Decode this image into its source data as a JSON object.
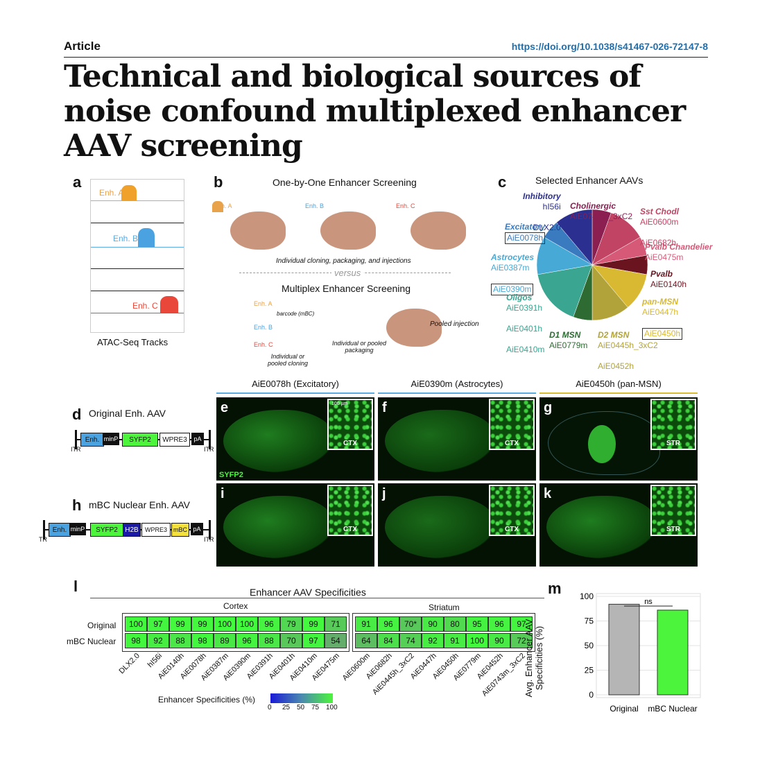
{
  "header": {
    "article": "Article",
    "doi": "https://doi.org/10.1038/s41467-026-72147-8"
  },
  "title": "Technical and biological sources of noise confound multiplexed enhancer AAV screening",
  "panel_a": {
    "letter": "a",
    "tracks": [
      "Enh. A",
      "Enh. B",
      "Enh. C"
    ],
    "caption": "ATAC-Seq Tracks"
  },
  "panel_b": {
    "letter": "b",
    "title1": "One-by-One Enhancer Screening",
    "enh": [
      "Enh. A",
      "Enh. B",
      "Enh. C"
    ],
    "note1": "Individual cloning, packaging, and injections",
    "versus": "versus",
    "title2": "Multiplex Enhancer Screening",
    "barcode": "barcode (mBC)",
    "cloning": "Individual or pooled cloning",
    "packaging": "Individual or pooled packaging",
    "pooled": "Pooled injection"
  },
  "panel_c": {
    "letter": "c",
    "title": "Selected Enhancer AAVs",
    "groups": [
      {
        "name": "Inhibitory",
        "items": [
          "hI56i",
          "DLX2.0"
        ],
        "color": "#2b2f8f"
      },
      {
        "name": "Excitatory",
        "items": [
          "AiE0078h"
        ],
        "color": "#3a7bbf"
      },
      {
        "name": "Astrocytes",
        "items": [
          "AiE0387m",
          "AiE0390m"
        ],
        "color": "#46a9d6"
      },
      {
        "name": "Oligos",
        "items": [
          "AiE0391h",
          "AiE0401h",
          "AiE0410m"
        ],
        "color": "#3aa590"
      },
      {
        "name": "D1 MSN",
        "items": [
          "AiE0779m"
        ],
        "color": "#2e6b33"
      },
      {
        "name": "D2 MSN",
        "items": [
          "AiE0445h_3xC2",
          "AiE0452h"
        ],
        "color": "#b1a33a"
      },
      {
        "name": "pan-MSN",
        "items": [
          "AiE0447h",
          "AiE0450h"
        ],
        "color": "#d9b931"
      },
      {
        "name": "Pvalb",
        "items": [
          "AiE0140h"
        ],
        "color": "#6a1420"
      },
      {
        "name": "Pvalb Chandelier",
        "items": [
          "AiE0475m"
        ],
        "color": "#d65a78"
      },
      {
        "name": "Sst Chodl",
        "items": [
          "AiE0600m",
          "AiE0682h"
        ],
        "color": "#c24464"
      },
      {
        "name": "Cholinergic",
        "items": [
          "AiE0743m_3xC2"
        ],
        "color": "#8b1f52"
      }
    ]
  },
  "columns": [
    "AiE0078h (Excitatory)",
    "AiE0390m (Astrocytes)",
    "AiE0450h (pan-MSN)"
  ],
  "panel_d": {
    "letter": "d",
    "title": "Original Enh. AAV",
    "parts": [
      "Enh.",
      "minP",
      "SYFP2",
      "WPRE3",
      "pA"
    ],
    "itr": "ITR"
  },
  "panel_h": {
    "letter": "h",
    "title": "mBC Nuclear Enh. AAV",
    "parts": [
      "Enh.",
      "minP",
      "SYFP2",
      "H2B",
      "WPRE3",
      "mBC",
      "pA"
    ],
    "itr": "ITR",
    "tr": "TR"
  },
  "images": [
    {
      "letter": "e",
      "region": "CTX",
      "scale": "100 µm",
      "label": "SYFP2"
    },
    {
      "letter": "f",
      "region": "CTX"
    },
    {
      "letter": "g",
      "region": "STR"
    },
    {
      "letter": "i",
      "region": "CTX"
    },
    {
      "letter": "j",
      "region": "CTX"
    },
    {
      "letter": "k",
      "region": "STR"
    }
  ],
  "panel_l": {
    "letter": "l",
    "title": "Enhancer AAV Specificities",
    "cortex": "Cortex",
    "striatum": "Striatum",
    "rows": [
      "Original",
      "mBC Nuclear"
    ],
    "legend_title": "Enhancer Specificities (%)",
    "legend_ticks": [
      "0",
      "25",
      "50",
      "75",
      "100"
    ],
    "cortex_cols": [
      "DLX2.0",
      "hI56i",
      "AiE0140h",
      "AiE0078h",
      "AiE0387m",
      "AiE0390m",
      "AiE0391h",
      "AiE0401h",
      "AiE0410m",
      "AiE0475m"
    ],
    "cortex_original": [
      100,
      97,
      99,
      99,
      100,
      100,
      96,
      79,
      99,
      71
    ],
    "cortex_mbc": [
      98,
      92,
      88,
      98,
      89,
      96,
      88,
      70,
      97,
      54
    ],
    "striatum_cols": [
      "AiE0600m",
      "AiE0682h",
      "AiE0445h_3xC2",
      "AiE0447h",
      "AiE0450h",
      "AiE0779m",
      "AiE0452h",
      "AiE0743m_3xC2"
    ],
    "striatum_original": [
      "91",
      "96",
      "70*",
      "90",
      "80",
      "95",
      "96",
      "97"
    ],
    "striatum_mbc": [
      64,
      84,
      74,
      92,
      91,
      100,
      90,
      72
    ]
  },
  "chart_data": {
    "type": "bar",
    "categories": [
      "Original",
      "mBC Nuclear"
    ],
    "values": [
      92,
      86
    ],
    "ylabel": "Avg. Enhancer AAV Specificities (%)",
    "ylim": [
      0,
      100
    ],
    "yticks": [
      "0",
      "25",
      "50",
      "75",
      "100"
    ],
    "annotation": "ns",
    "colors": [
      "#b5b5b5",
      "#4cf53b"
    ]
  },
  "panel_m": {
    "letter": "m"
  }
}
